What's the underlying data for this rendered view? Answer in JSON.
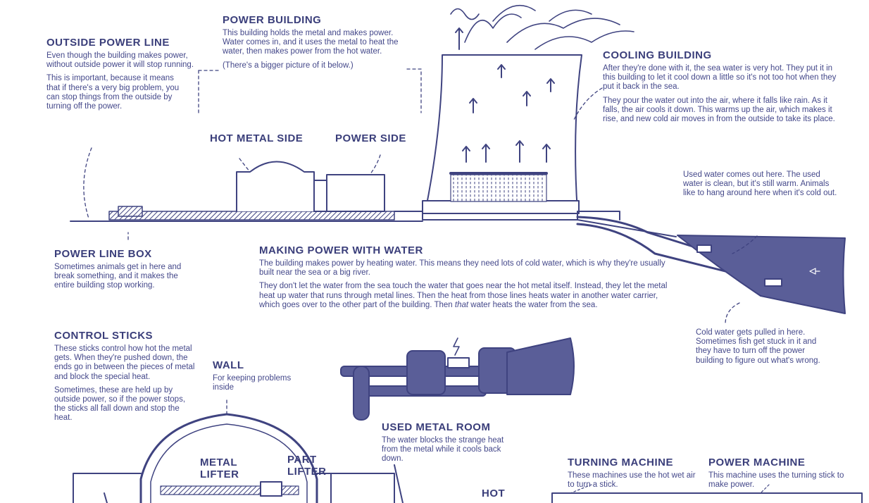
{
  "colors": {
    "ink": "#3f4380",
    "water": "#5a5e98",
    "paper": "#ffffff"
  },
  "blocks": {
    "outside_power_line": {
      "title": "OUTSIDE POWER LINE",
      "p1": "Even though the building makes power, without outside power it will stop running.",
      "p2": "This is important, because it means that if there's a very big problem, you can stop things from the outside by turning off the power."
    },
    "power_building": {
      "title": "POWER BUILDING",
      "p1": "This building holds the metal and makes power. Water comes in, and it uses the metal to heat the water, then makes power from the hot water.",
      "p2": "(There's a bigger picture of it below.)"
    },
    "cooling_building": {
      "title": "COOLING BUILDING",
      "p1": "After they're done with it, the sea water is very hot. They put it in this building to let it cool down a little so it's not too hot when they put it back in the sea.",
      "p2": "They pour the water out into the air, where it falls like rain. As it falls, the air cools it down. This warms up the air, which makes it rise, and new cold air moves in from the outside to take its place."
    },
    "used_water": {
      "p1": "Used water comes out here. The used water is clean, but it's still warm. Animals like to hang around here when it's cold out."
    },
    "power_line_box": {
      "title": "POWER LINE BOX",
      "p1": "Sometimes animals get in here and break something, and it makes the entire building stop working."
    },
    "making_power": {
      "title": "MAKING POWER WITH WATER",
      "p1": "The building makes power by heating water. This means they need lots of cold water, which is why they're usually built near the sea or a big river.",
      "p2a": "They don't let the water from the sea touch the water that goes near the hot metal itself. Instead, they let the metal heat up water that runs through metal lines. Then the heat from those lines heats water in another water carrier, which goes over to the other part of the building. Then ",
      "p2_em": "that",
      "p2b": " water heats the water from the sea."
    },
    "control_sticks": {
      "title": "CONTROL STICKS",
      "p1": "These sticks control how hot the metal gets. When they're pushed down, the ends go in between the pieces of metal and block the special heat.",
      "p2": "Sometimes, these are held up by outside power, so if the power stops, the sticks all fall down and stop the heat."
    },
    "wall": {
      "title": "WALL",
      "p1": "For keeping problems inside"
    },
    "cold_water": {
      "p1": "Cold water gets pulled in here. Sometimes fish get stuck in it and they have to turn off the power building to figure out what's wrong."
    },
    "used_metal_room": {
      "title": "USED METAL ROOM",
      "p1": "The water blocks the strange heat from the metal while it cools back down."
    },
    "turning_machine": {
      "title": "TURNING MACHINE",
      "p1": "These machines use the hot wet air to turn a stick."
    },
    "power_machine": {
      "title": "POWER MACHINE",
      "p1": "This machine uses the turning stick to make power."
    }
  },
  "labels": {
    "hot_metal_side": "HOT METAL SIDE",
    "power_side": "POWER SIDE",
    "metal_lifter": "METAL\nLIFTER",
    "part_lifter": "PART\nLIFTER",
    "hot_wet_air": "HOT"
  }
}
